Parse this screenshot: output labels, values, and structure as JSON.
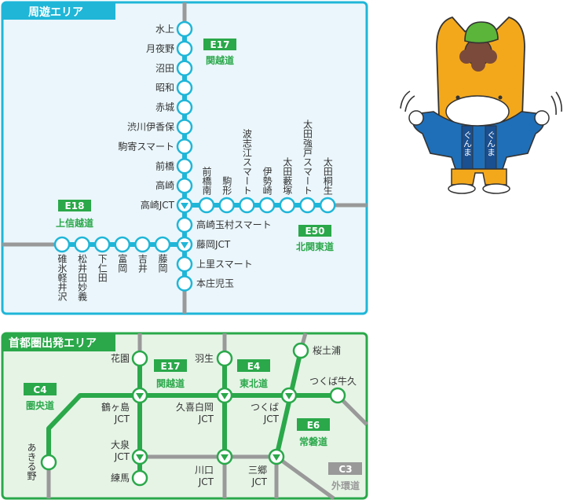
{
  "top_area": {
    "title": "周遊エリア",
    "routes": {
      "e17": {
        "code": "E17",
        "name": "関越道"
      },
      "e18": {
        "code": "E18",
        "name": "上信越道"
      },
      "e50": {
        "code": "E50",
        "name": "北関東道"
      }
    },
    "e17_north": [
      "水上",
      "月夜野",
      "沼田",
      "昭和",
      "赤城",
      "渋川伊香保",
      "駒寄スマート",
      "前橋",
      "高崎"
    ],
    "takasaki_jct": "高崎JCT",
    "tamamura": "高崎玉村スマート",
    "fujioka_jct": "藤岡JCT",
    "e17_south": [
      "上里スマート",
      "本庄児玉"
    ],
    "e50": [
      "前橋南",
      "駒形",
      "波志江スマート",
      "伊勢崎",
      "太田藪塚",
      "太田強戸スマート",
      "太田桐生"
    ],
    "e18": [
      "碓氷軽井沢",
      "松井田妙義",
      "下仁田",
      "富岡",
      "吉井",
      "藤岡"
    ]
  },
  "bottom_area": {
    "title": "首都圏出発エリア",
    "routes": {
      "e17": {
        "code": "E17",
        "name": "関越道"
      },
      "e4": {
        "code": "E4",
        "name": "東北道"
      },
      "c4": {
        "code": "C4",
        "name": "圏央道"
      },
      "e6": {
        "code": "E6",
        "name": "常磐道"
      },
      "c3": {
        "code": "C3",
        "name": "外環道"
      }
    },
    "stations": {
      "hanazono": "花園",
      "hanyu": "羽生",
      "sakuratsuchiura": "桜土浦",
      "tsukuba_ushiku": "つくば牛久",
      "akiruno": "あきる野",
      "nerima": "練馬"
    },
    "jcts": {
      "tsurugashima": [
        "鶴ヶ島",
        "JCT"
      ],
      "kukishiraoka": [
        "久喜白岡",
        "JCT"
      ],
      "tsukuba": [
        "つくば",
        "JCT"
      ],
      "oizumi": [
        "大泉",
        "JCT"
      ],
      "kawaguchi": [
        "川口",
        "JCT"
      ],
      "misato": [
        "三郷",
        "JCT"
      ]
    }
  },
  "mascot": {
    "happi_text": "ぐんま"
  },
  "colors": {
    "top_accent": "#1fb6d8",
    "top_bg": "#eaf6fb",
    "bottom_accent": "#2aa84a",
    "bottom_bg": "#e6f4e6",
    "grey_road": "#999999",
    "mascot_body": "#f3a81c",
    "happi": "#1f6fb8"
  }
}
